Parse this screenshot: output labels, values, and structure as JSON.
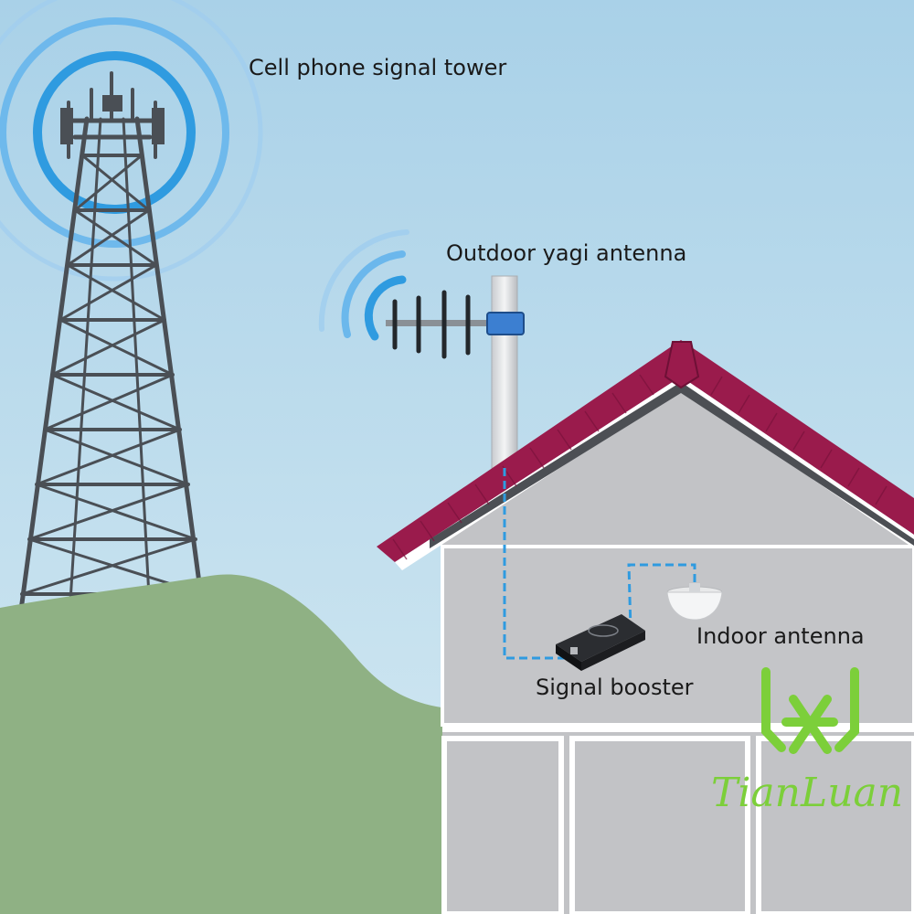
{
  "labels": {
    "tower": "Cell phone signal tower",
    "yagi": "Outdoor yagi antenna",
    "indoor": "Indoor antenna",
    "booster": "Signal booster"
  },
  "brand": {
    "name": "TianLuan",
    "color": "#7ccf3a"
  },
  "colors": {
    "sky": "#b4d7ea",
    "hill": "#8fb184",
    "roof": "#9a1b4c",
    "wall": "#c2c3c6",
    "signal_wave": "#2f9be0",
    "cable": "#2f9be0",
    "tower_steel": "#4a4f55"
  },
  "icons": [
    "tower-icon",
    "yagi-antenna-icon",
    "signal-booster-icon",
    "indoor-antenna-icon",
    "signal-wave-icon",
    "brand-logo-icon"
  ]
}
